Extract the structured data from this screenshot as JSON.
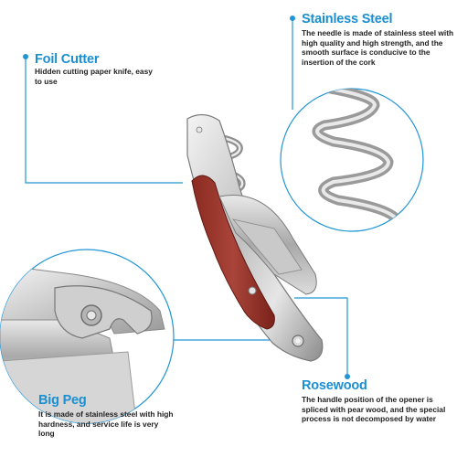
{
  "theme": {
    "accent": "#2196d6",
    "title_color": "#1a8fd2"
  },
  "callouts": {
    "foil_cutter": {
      "title": "Foil Cutter",
      "description": "Hidden cutting paper knife, easy to use"
    },
    "stainless_steel": {
      "title": "Stainless Steel",
      "description": "The needle is made of stainless steel with high quality and high strength, and the smooth surface is conducive to the insertion of the cork"
    },
    "big_peg": {
      "title": "Big Peg",
      "description": "It is made of stainless steel with high hardness, and service life is very long"
    },
    "rosewood": {
      "title": "Rosewood",
      "description": "The handle position of the opener is spliced with pear wood, and the special process is not decomposed by water"
    }
  },
  "icons": {
    "product": "corkscrew-illustration",
    "detail_top": "worm-spiral-detail-icon",
    "detail_bottom": "big-peg-detail-icon"
  }
}
